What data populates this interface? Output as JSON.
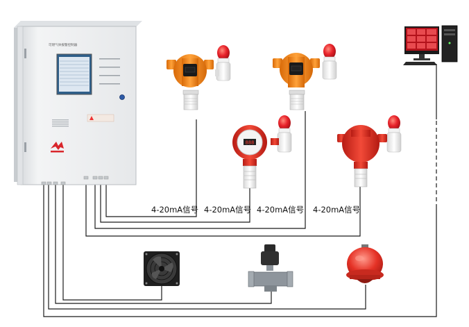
{
  "controller": {
    "panel_title": "可燃气体报警控制器",
    "icon": "gas-alarm-controller"
  },
  "signal_labels": [
    "4-20mA信号",
    "4-20mA信号",
    "4-20mA信号",
    "4-20mA信号"
  ],
  "devices": {
    "detectors": [
      "gas-detector-icon",
      "gas-detector-icon",
      "gas-detector-icon",
      "gas-detector-icon"
    ],
    "outputs": [
      "exhaust-fan-icon",
      "solenoid-valve-icon",
      "alarm-bell-icon"
    ],
    "computer": "computer-monitor-icon"
  },
  "colors": {
    "wire": "#1a1a1a",
    "detector_orange": "#f08a1c",
    "detector_red": "#e53226",
    "beacon_red": "#e8232b",
    "controller_body": "#eef0f2"
  }
}
